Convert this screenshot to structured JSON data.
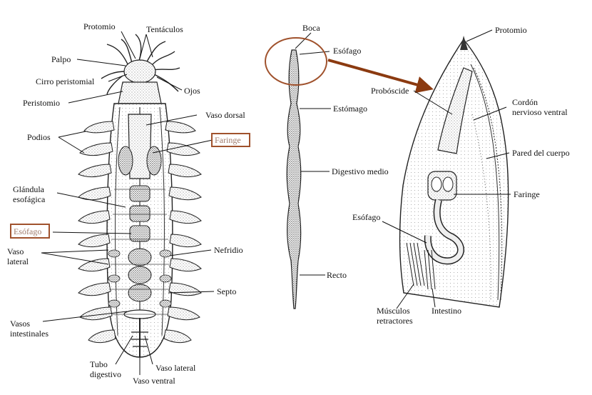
{
  "colors": {
    "highlight_border": "#a0522d",
    "highlight_text": "#a07a6a",
    "arrow": "#8b3a10",
    "ink": "#111111"
  },
  "left_figure": {
    "labels": {
      "protomio": "Protomio",
      "tentaculos": "Tentáculos",
      "palpo": "Palpo",
      "cirro_peristomial": "Cirro peristomial",
      "ojos": "Ojos",
      "peristomio": "Peristomio",
      "vaso_dorsal": "Vaso dorsal",
      "podios": "Podios",
      "faringe": "Faringe",
      "glandula_1": "Glándula",
      "glandula_2": "esofágica",
      "esofago": "Esófago",
      "vaso_lateral_1": "Vaso",
      "vaso_lateral_2": "lateral",
      "nefridio": "Nefridio",
      "septo": "Septo",
      "vasos_intestinales_1": "Vasos",
      "vasos_intestinales_2": "intestinales",
      "tubo_digestivo_1": "Tubo",
      "tubo_digestivo_2": "digestivo",
      "vaso_lateral_bottom": "Vaso lateral",
      "vaso_ventral": "Vaso ventral"
    }
  },
  "middle_figure": {
    "labels": {
      "boca": "Boca",
      "esofago": "Esófago",
      "estomago": "Estómago",
      "digestivo_medio": "Digestivo medio",
      "recto": "Recto"
    }
  },
  "right_figure": {
    "labels": {
      "protomio": "Protomio",
      "proboscide": "Probóscide",
      "cordon_1": "Cordón",
      "cordon_2": "nervioso ventral",
      "pared": "Pared del cuerpo",
      "faringe": "Faringe",
      "esofago": "Esófago",
      "musculos_1": "Músculos",
      "musculos_2": "retractores",
      "intestino": "Intestino"
    }
  }
}
